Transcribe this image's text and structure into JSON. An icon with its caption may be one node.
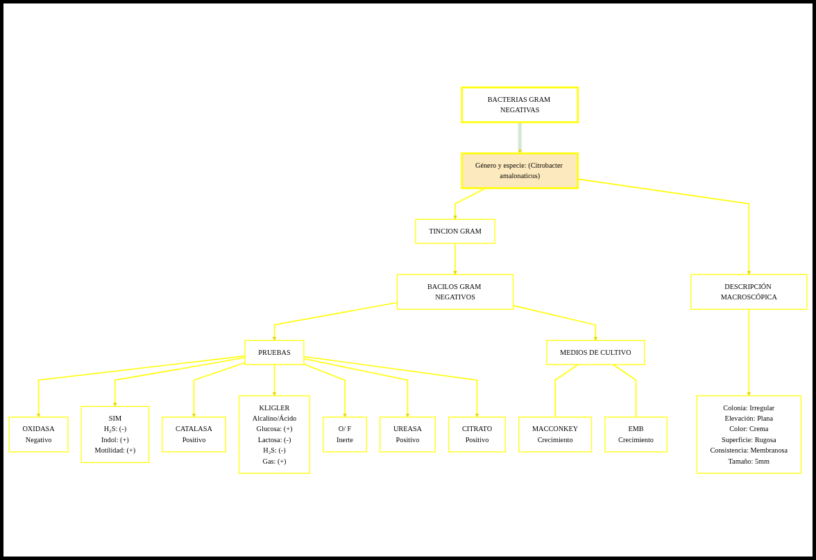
{
  "diagram": {
    "nodes": [
      {
        "text": [
          "BACTERIAS GRAM NEGATIVAS"
        ]
      },
      {
        "text": [
          "Género y especie: (Citrobacter amalonaticus)"
        ]
      },
      {
        "text": [
          "TINCION GRAM"
        ]
      },
      {
        "text": [
          "DESCRIPCIÓN MACROSCÓPICA"
        ]
      },
      {
        "text": [
          "BACILOS GRAM NEGATIVOS"
        ]
      },
      {
        "text": [
          "Colonia: Irregular",
          "Elevación: Plana",
          "Color: Crema",
          "Superficie: Rugosa",
          "Consistencia: Membranosa",
          "Tamaño: 5mm"
        ]
      },
      {
        "text": [
          "PRUEBAS"
        ]
      },
      {
        "text": [
          "MEDIOS DE CULTIVO"
        ]
      },
      {
        "text": [
          "OXIDASA",
          "Negativo"
        ]
      },
      {
        "text": [
          "SIM",
          "H₂S: (-)",
          "Indol: (+)",
          "Motilidad: (+)"
        ]
      },
      {
        "text": [
          "CATALASA",
          "Positivo"
        ]
      },
      {
        "text": [
          "KLIGLER",
          "Alcalino/Ácido",
          "Glucosa: (+)",
          "Lactosa: (-)",
          "H₂S: (-)",
          "Gas: (+)"
        ]
      },
      {
        "text": [
          "O/ F",
          "Inerte"
        ]
      },
      {
        "text": [
          "UREASA",
          "Positivo"
        ]
      },
      {
        "text": [
          "CITRATO",
          "Positivo"
        ]
      },
      {
        "text": [
          "MACCONKEY",
          "Crecimiento"
        ]
      },
      {
        "text": [
          "EMB",
          "Crecimiento"
        ]
      }
    ],
    "edges": [
      {
        "from": 0,
        "to": 1,
        "arrow": "to",
        "style": "thick",
        "color": "#d5e8d4"
      },
      {
        "from": 1,
        "to": 2,
        "arrow": "to"
      },
      {
        "from": 1,
        "to": 3,
        "arrow": "to"
      },
      {
        "from": 2,
        "to": 4,
        "arrow": "to"
      },
      {
        "from": 3,
        "to": 5,
        "arrow": "to"
      },
      {
        "from": 4,
        "to": 6,
        "arrow": "to"
      },
      {
        "from": 4,
        "to": 7,
        "arrow": "to"
      },
      {
        "from": 6,
        "to": 8,
        "arrow": "to"
      },
      {
        "from": 6,
        "to": 9,
        "arrow": "to"
      },
      {
        "from": 6,
        "to": 10,
        "arrow": "to"
      },
      {
        "from": 6,
        "to": 11,
        "arrow": "to"
      },
      {
        "from": 6,
        "to": 12,
        "arrow": "to"
      },
      {
        "from": 6,
        "to": 13,
        "arrow": "to"
      },
      {
        "from": 6,
        "to": 14,
        "arrow": "to"
      },
      {
        "from": 7,
        "to": 15,
        "arrow": "none"
      },
      {
        "from": 7,
        "to": 16,
        "arrow": "none"
      }
    ]
  }
}
